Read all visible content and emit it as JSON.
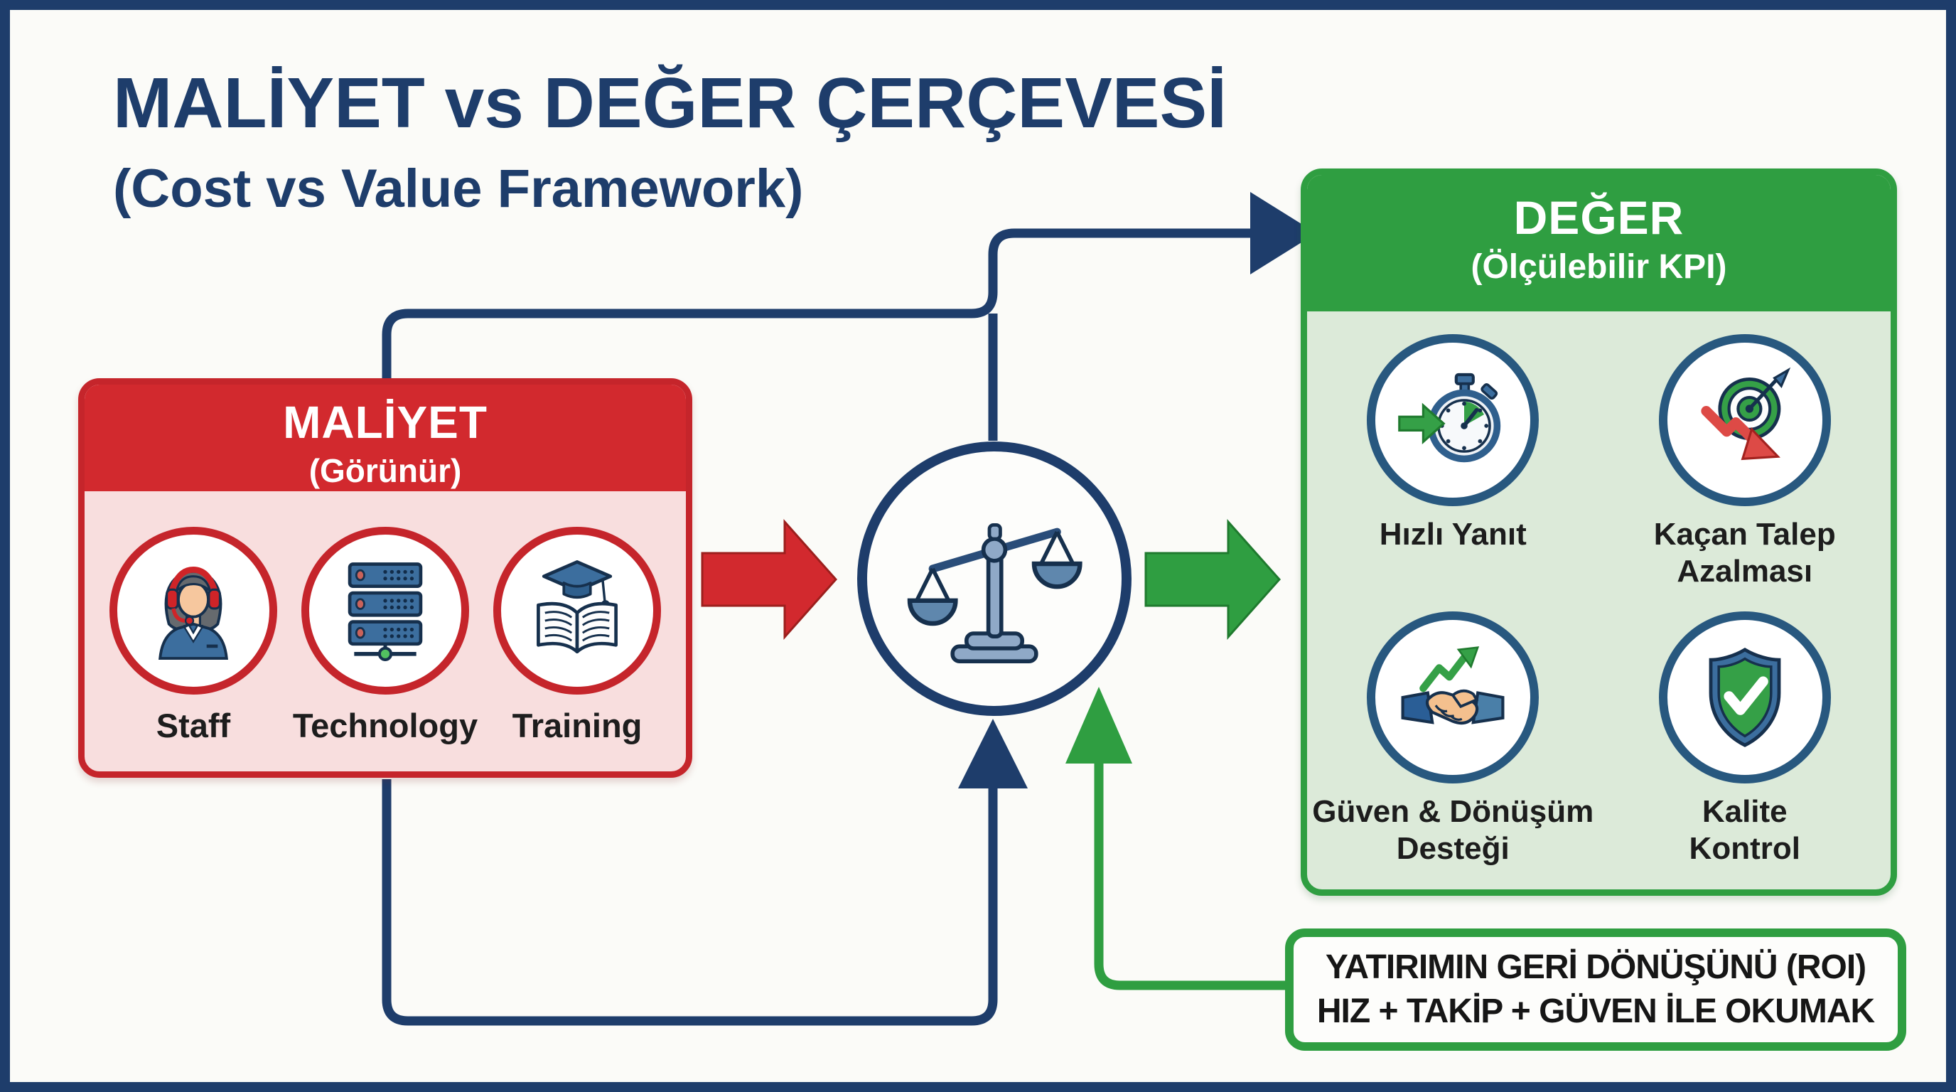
{
  "title": {
    "main": "MALİYET vs DEĞER ÇERÇEVESİ",
    "subtitle": "(Cost vs Value Framework)"
  },
  "cost_box": {
    "title": "MALİYET",
    "subtitle": "(Görünür)",
    "items": [
      {
        "label": "Staff",
        "icon": "support-agent-icon"
      },
      {
        "label": "Technology",
        "icon": "server-stack-icon"
      },
      {
        "label": "Training",
        "icon": "graduation-book-icon"
      }
    ]
  },
  "value_box": {
    "title": "DEĞER",
    "subtitle": "(Ölçülebilir KPI)",
    "items": [
      {
        "label": "Hızlı Yanıt",
        "icon": "stopwatch-icon"
      },
      {
        "label": "Kaçan Talep\nAzalması",
        "icon": "target-decline-icon"
      },
      {
        "label": "Güven & Dönüşüm\nDesteği",
        "icon": "handshake-growth-icon"
      },
      {
        "label": "Kalite\nKontrol",
        "icon": "shield-check-icon"
      }
    ]
  },
  "center": {
    "symbol": "balance-scale"
  },
  "roi_note": {
    "line1": "YATIRIMIN GERİ DÖNÜŞÜNÜ (ROI)",
    "line2": "HIZ + TAKİP + GÜVEN İLE OKUMAK"
  },
  "colors": {
    "navy": "#1e3d6b",
    "red": "#d2292e",
    "pink": "#f8dede",
    "green": "#2f9e41",
    "light_green": "#dcead9",
    "steel_blue": "#3c6e9e",
    "ink": "#1d1d1d"
  }
}
